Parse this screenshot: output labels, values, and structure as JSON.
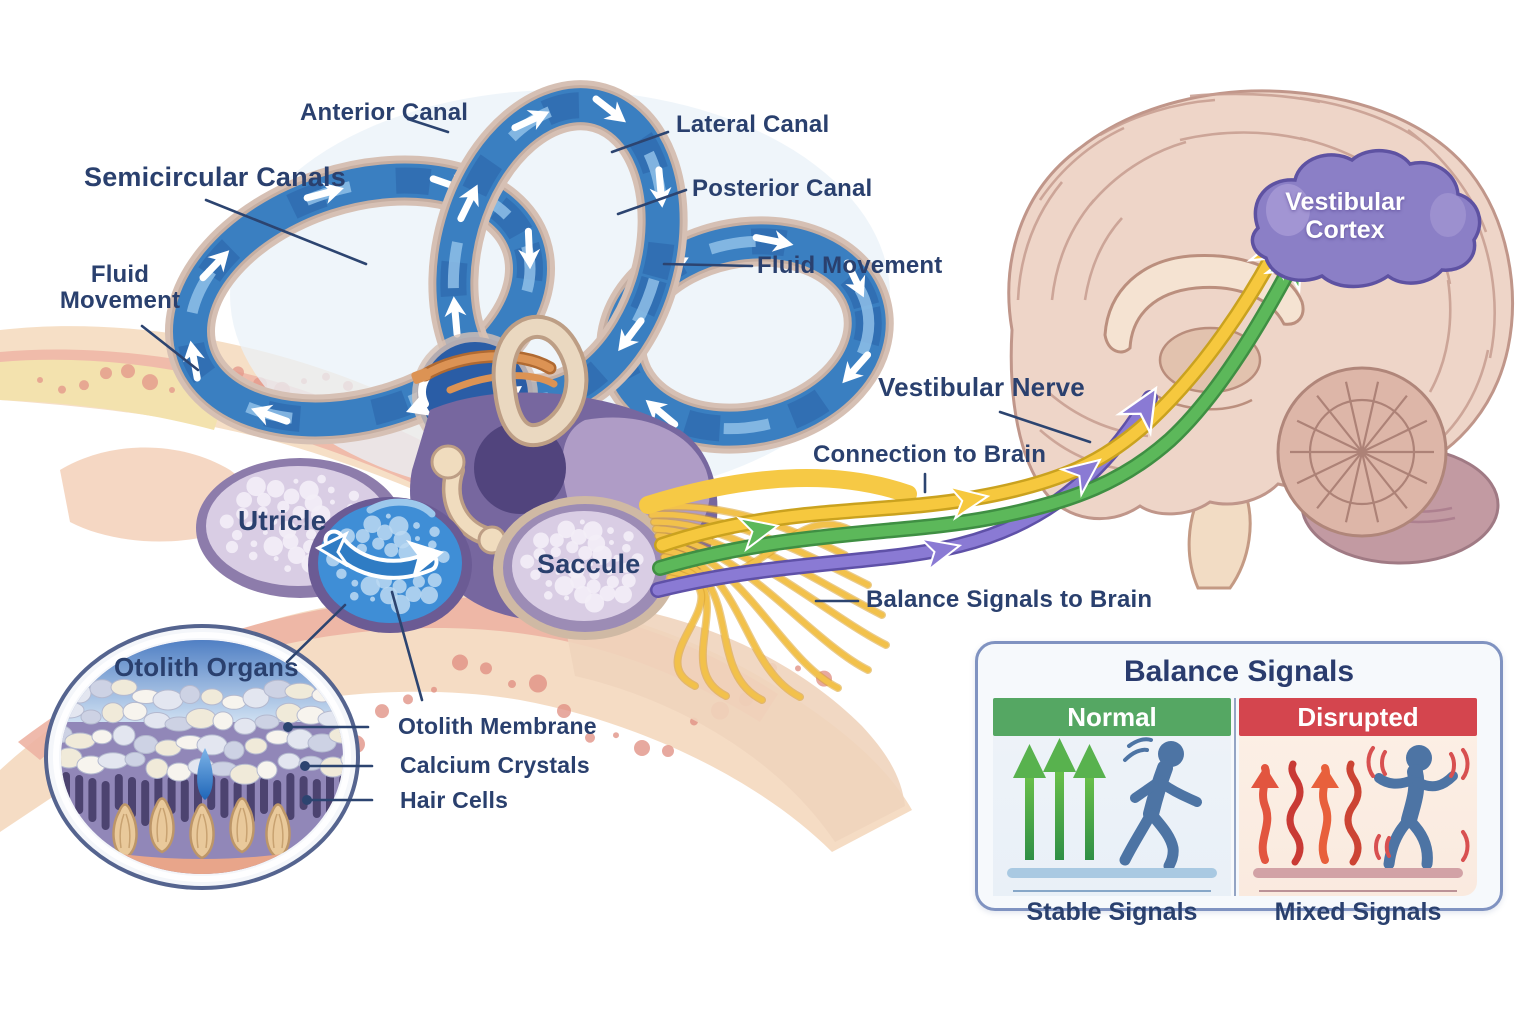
{
  "colors": {
    "label_navy": "#2a406e",
    "canal_blue": "#3a7fc1",
    "canal_rim_tan": "#d6c0b4",
    "nerve_yellow": "#f2c14b",
    "pathway_yellow": "#f6c83e",
    "pathway_green": "#5cb85a",
    "pathway_purple": "#8a7ad4",
    "normal_green": "#55a763",
    "disrupted_red": "#d4454e",
    "person_blue": "#4d74a4",
    "cortex_purple": "#8b7fc6",
    "brain_tissue": "#eed5c8"
  },
  "ear": {
    "labels": {
      "semicircular_canals": "Semicircular Canals",
      "anterior_canal": "Anterior Canal",
      "lateral_canal": "Lateral Canal",
      "posterior_canal": "Posterior Canal",
      "fluid_movement_left": "Fluid Movement",
      "fluid_movement_right": "Fluid Movement",
      "utricle": "Utricle",
      "saccule": "Saccule"
    }
  },
  "pathway": {
    "vestibular_nerve": "Vestibular Nerve",
    "connection_to_brain": "Connection to Brain",
    "balance_signals_to_brain": "Balance Signals to Brain"
  },
  "brain": {
    "cortex_label_line1": "Vestibular",
    "cortex_label_line2": "Cortex"
  },
  "inset": {
    "title": "Otolith Organs",
    "otolith_membrane": "Otolith Membrane",
    "calcium_crystals": "Calcium Crystals",
    "hair_cells": "Hair Cells"
  },
  "panel": {
    "title": "Balance Signals",
    "normal": {
      "header": "Normal",
      "caption": "Stable Signals"
    },
    "disrupted": {
      "header": "Disrupted",
      "caption": "Mixed Signals"
    }
  }
}
